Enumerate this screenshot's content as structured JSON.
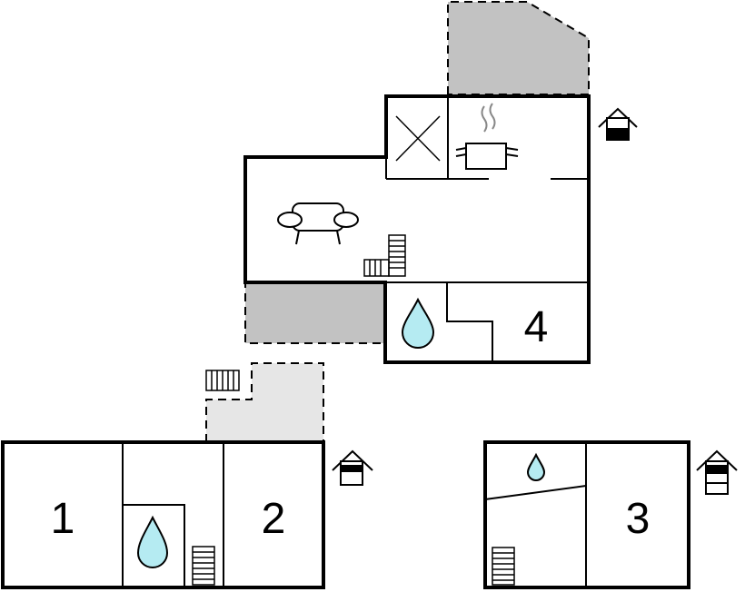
{
  "floorplan": {
    "rooms": [
      {
        "id": "room-1",
        "label": "1"
      },
      {
        "id": "room-2",
        "label": "2"
      },
      {
        "id": "room-3",
        "label": "3"
      },
      {
        "id": "room-4",
        "label": "4"
      }
    ],
    "icons": [
      "fan-x-icon",
      "cooking-pot-icon",
      "sofa-icon",
      "stairs-icon",
      "water-drop-icon",
      "house-level-icon"
    ],
    "colors": {
      "terrace_dark": "#c2c2c2",
      "terrace_light": "#e6e6e6",
      "water": "#b5ebf2"
    }
  }
}
